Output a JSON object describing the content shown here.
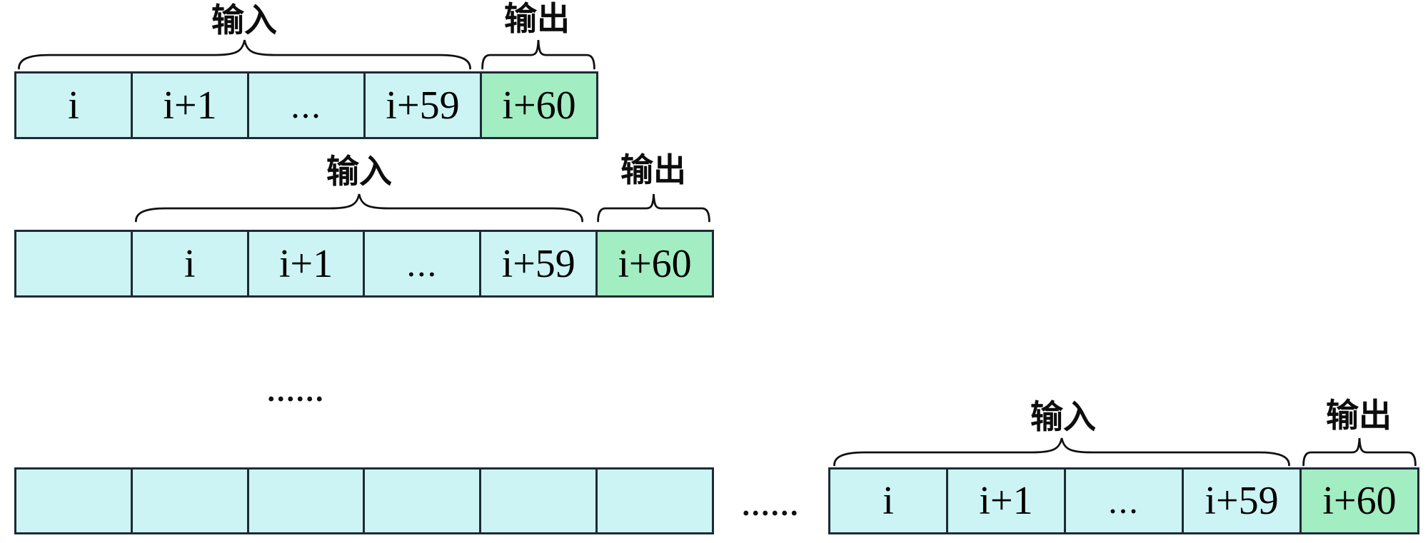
{
  "diagram": {
    "input_label": "输入",
    "output_label": "输出",
    "ellipsis": "......"
  },
  "rows": [
    {
      "name": "window-1",
      "cells": [
        "i",
        "i+1",
        "...",
        "i+59",
        "i+60"
      ]
    },
    {
      "name": "window-2",
      "cells": [
        "",
        "i",
        "i+1",
        "...",
        "i+59",
        "i+60"
      ]
    },
    {
      "name": "window-n-left",
      "cells": [
        "",
        "",
        "",
        "",
        "",
        ""
      ]
    },
    {
      "name": "window-n-right",
      "cells": [
        "i",
        "i+1",
        "...",
        "i+59",
        "i+60"
      ]
    }
  ],
  "colors": {
    "input_cell": "#ccf4f4",
    "output_cell": "#a2edc2",
    "border": "#1e2a36"
  }
}
